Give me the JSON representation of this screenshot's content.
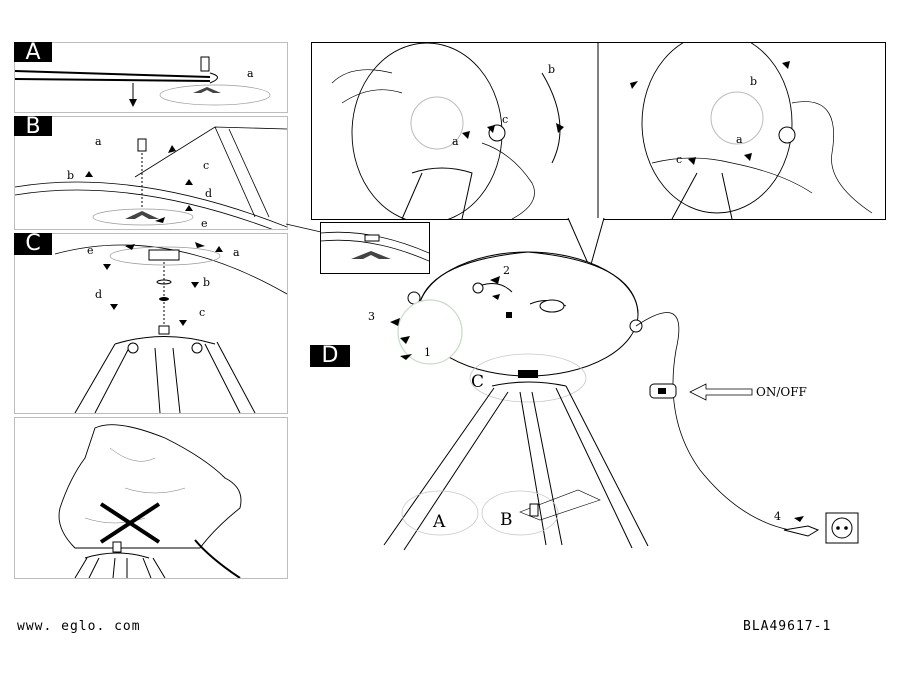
{
  "steps": {
    "A": {
      "badge": "A",
      "labels": [
        "a"
      ]
    },
    "B": {
      "badge": "B",
      "labels": [
        "a",
        "b",
        "c",
        "d",
        "e"
      ]
    },
    "C": {
      "badge": "C",
      "labels": [
        "e",
        "a",
        "b",
        "d",
        "c"
      ]
    },
    "D": {
      "badge": "D",
      "callouts": [
        "1",
        "2",
        "3",
        "4"
      ],
      "refs": [
        "C",
        "A",
        "B"
      ],
      "switch_label": "ON/OFF"
    }
  },
  "detail": {
    "left_labels": [
      "b",
      "c",
      "a"
    ],
    "right_labels": [
      "b",
      "a",
      "c"
    ]
  },
  "footer": {
    "website": "www. eglo. com",
    "doc_code": "BLA49617-1"
  }
}
